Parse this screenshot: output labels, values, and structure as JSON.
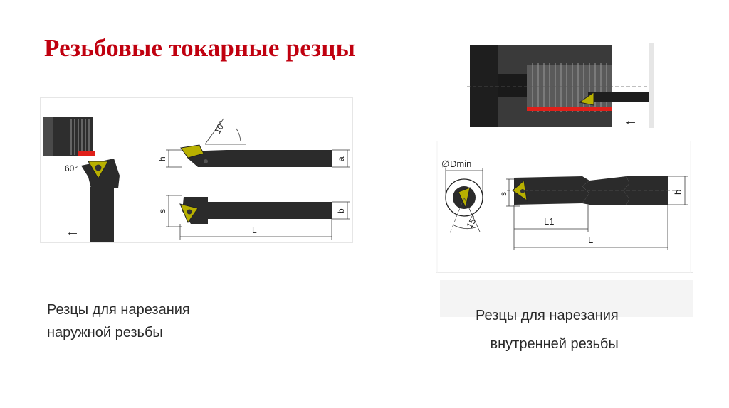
{
  "slide": {
    "title": "Резьбовые токарные резцы"
  },
  "external_tool": {
    "angle_label": "60°",
    "tilt_label": "10°",
    "dim_h": "h",
    "dim_a": "a",
    "dim_s": "s",
    "dim_b": "b",
    "dim_L": "L",
    "feed_arrow": "←",
    "caption_line1": "Резцы для нарезания",
    "caption_line2": "наружной резьбы"
  },
  "internal_tool": {
    "dmin_label": "Dmin",
    "dmin_symbol": "∅",
    "angle_label": "15°",
    "dim_s": "s",
    "dim_b": "b",
    "dim_L1": "L1",
    "dim_L": "L",
    "feed_arrow": "←",
    "caption_line1": "Резцы для нарезания",
    "caption_line2": "внутренней резьбы"
  },
  "colors": {
    "title": "#c0000f",
    "tool_body": "#2b2b2b",
    "insert": "#b8b000",
    "thread_highlight": "#e0201a",
    "frame_border": "#e2e2e2"
  }
}
